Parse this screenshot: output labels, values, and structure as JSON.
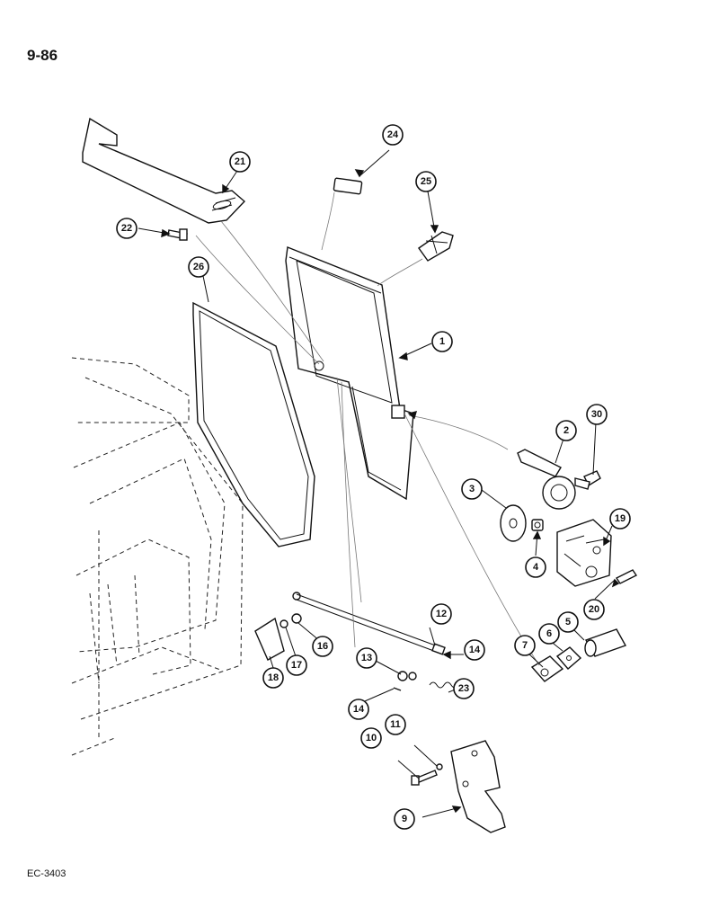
{
  "header": {
    "page_number": "9-86"
  },
  "footer": {
    "code": "EC-3403"
  },
  "callouts": {
    "c1": "1",
    "c2": "2",
    "c3": "3",
    "c4": "4",
    "c5": "5",
    "c6": "6",
    "c7": "7",
    "c9": "9",
    "c10": "10",
    "c11": "11",
    "c12": "12",
    "c13": "13",
    "c14a": "14",
    "c14b": "14",
    "c16": "16",
    "c17": "17",
    "c18": "18",
    "c19": "19",
    "c20": "20",
    "c21": "21",
    "c22": "22",
    "c23": "23",
    "c24": "24",
    "c25": "25",
    "c26": "26",
    "c30": "30"
  }
}
